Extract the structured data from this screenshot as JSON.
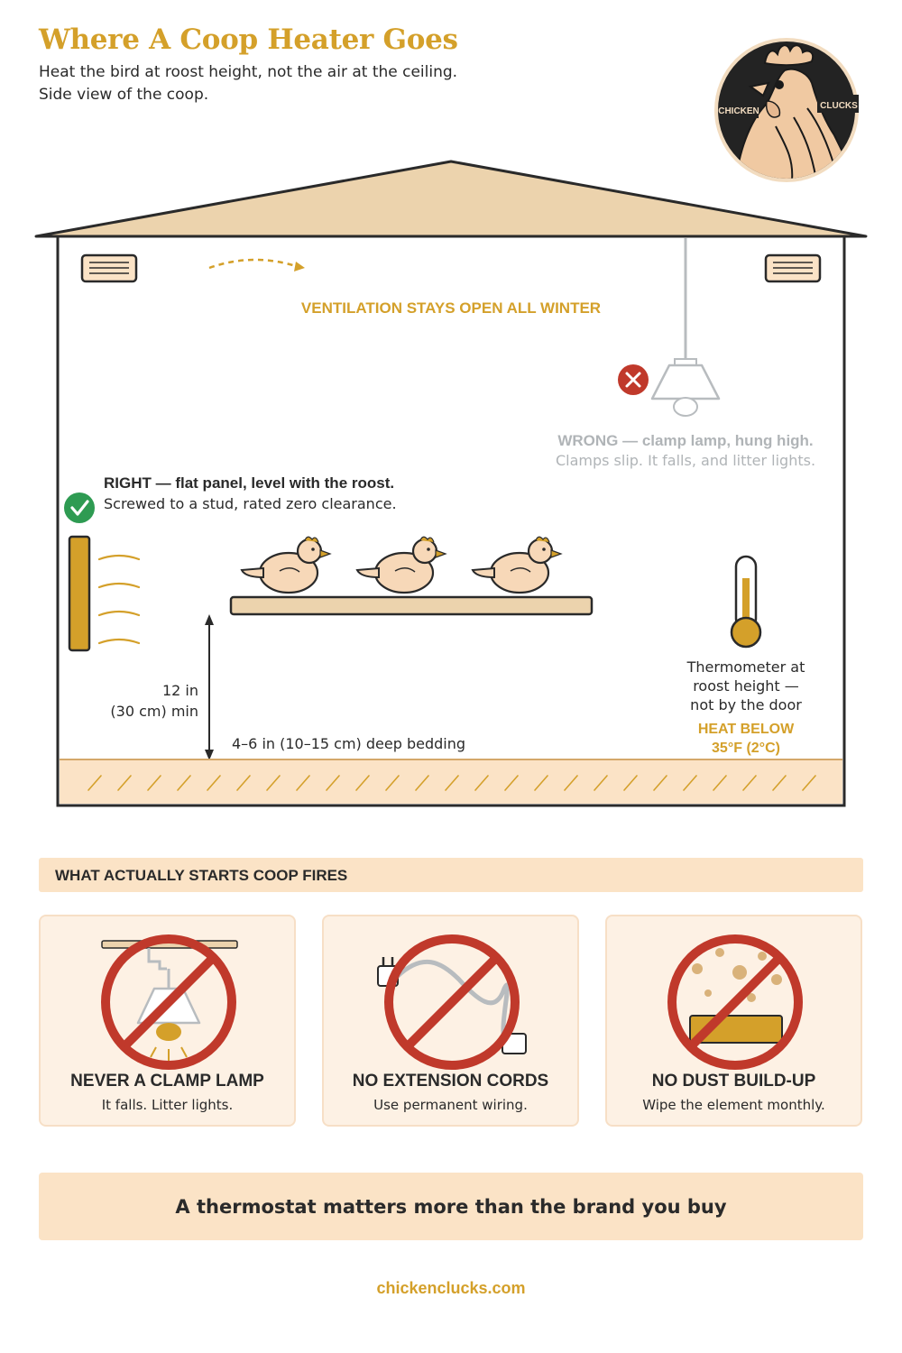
{
  "header": {
    "title": "Where A Coop Heater Goes",
    "subtitle_line1": "Heat the bird at roost height, not the air at the ceiling.",
    "subtitle_line2": "Side view of the coop."
  },
  "logo": {
    "left_text": "CHICKEN",
    "right_text": "CLUCKS",
    "icon": "rooster-logo-icon"
  },
  "diagram": {
    "ventilation_label": "VENTILATION STAYS OPEN ALL WINTER",
    "wrong_title": "WRONG — clamp lamp, hung high.",
    "wrong_text": "Clamps slip. It falls, and litter lights.",
    "right_title": "RIGHT — flat panel, level with the roost.",
    "right_text": "Screwed to a stud, rated zero clearance.",
    "height_line1": "12 in",
    "height_line2": "(30 cm) min",
    "bedding_label": "4–6 in (10–15 cm) deep bedding",
    "thermo_line1": "Thermometer at",
    "thermo_line2": "roost height —",
    "thermo_line3": "not by the door",
    "heat_line1": "HEAT BELOW",
    "heat_line2": "35°F (2°C)"
  },
  "section": {
    "title": "WHAT ACTUALLY STARTS COOP FIRES"
  },
  "cards": [
    {
      "title": "NEVER A CLAMP LAMP",
      "text": "It falls. Litter lights.",
      "icon": "no-clamp-lamp-icon"
    },
    {
      "title": "NO EXTENSION CORDS",
      "text": "Use permanent wiring.",
      "icon": "no-extension-cord-icon"
    },
    {
      "title": "NO DUST BUILD-UP",
      "text": "Wipe the element monthly.",
      "icon": "no-dust-icon"
    }
  ],
  "banner": {
    "text": "A thermostat matters more than the brand you buy"
  },
  "footer": {
    "url": "chickenclucks.com"
  },
  "colors": {
    "accent": "#d4a02a",
    "roof": "#ecd3ad",
    "danger": "#c0392b",
    "ok": "#2e9b52",
    "panel": "#fbe3c6"
  }
}
